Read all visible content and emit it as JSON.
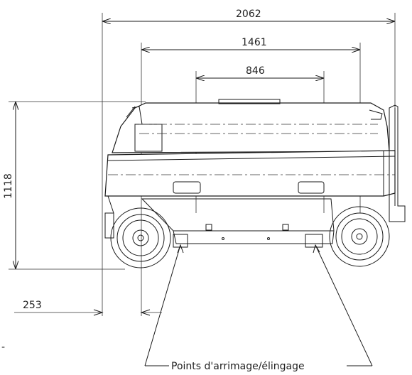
{
  "drawing": {
    "dimensions": {
      "overall_length": "2062",
      "wheelbase_outer": "1461",
      "lift_points_spacing": "846",
      "height": "1118",
      "front_overhang": "253"
    },
    "callout_label": "Points d'arrimage/élingage",
    "margin_mark": "-"
  }
}
